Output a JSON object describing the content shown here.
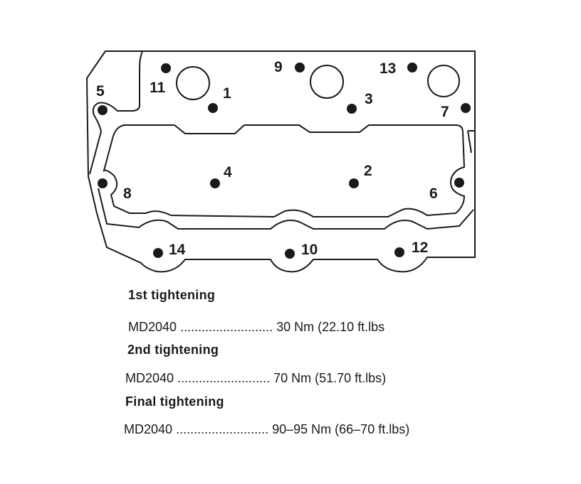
{
  "diagram": {
    "title": "Cylinder head bolt tightening sequence",
    "bolts": [
      "1",
      "2",
      "3",
      "4",
      "5",
      "6",
      "7",
      "8",
      "9",
      "10",
      "11",
      "12",
      "13",
      "14"
    ]
  },
  "steps": [
    {
      "heading": "1st tightening",
      "model": "MD2040",
      "dots": "..........................",
      "value": "30 Nm (22.10 ft.lbs"
    },
    {
      "heading": "2nd  tightening",
      "model": "MD2040",
      "dots": "..........................",
      "value": "70 Nm (51.70 ft.lbs)"
    },
    {
      "heading": "Final  tightening",
      "model": "MD2040",
      "dots": "..........................",
      "value": "90–95 Nm (66–70 ft.lbs)"
    }
  ]
}
